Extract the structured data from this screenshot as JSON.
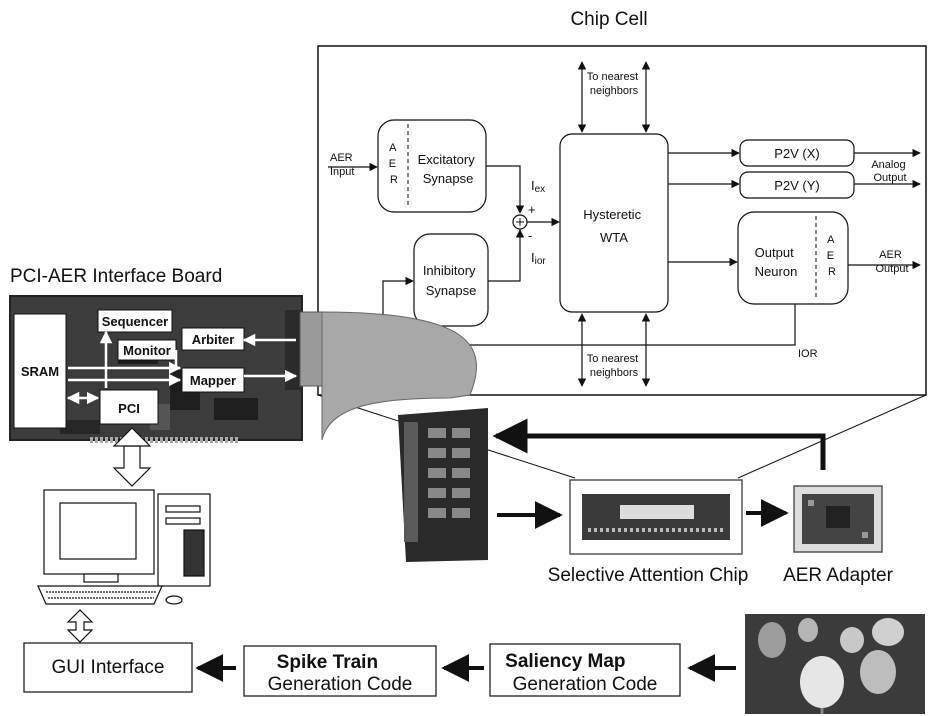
{
  "chip_cell": {
    "title": "Chip Cell",
    "aer_input": [
      "AER",
      "Input"
    ],
    "aer_vertical": [
      "A",
      "E",
      "R"
    ],
    "excitatory_synapse": [
      "Excitatory",
      "Synapse"
    ],
    "inhibitory_synapse": [
      "Inhibitory",
      "Synapse"
    ],
    "i_ex": "I",
    "i_ex_sub": "ex",
    "i_ior": "I",
    "i_ior_sub": "ior",
    "plus": "+",
    "minus": "-",
    "hysteretic_wta": [
      "Hysteretic",
      "WTA"
    ],
    "to_nearest_top": [
      "To nearest",
      "neighbors"
    ],
    "to_nearest_bottom": [
      "To nearest",
      "neighbors"
    ],
    "p2v_x": "P2V (X)",
    "p2v_y": "P2V (Y)",
    "analog_output": [
      "Analog",
      "Output"
    ],
    "output_neuron": [
      "Output",
      "Neuron"
    ],
    "aer_output": [
      "AER",
      "Output"
    ],
    "ior": "IOR"
  },
  "board": {
    "title": "PCI-AER Interface Board",
    "sram": "SRAM",
    "sequencer": "Sequencer",
    "monitor": "Monitor",
    "pci": "PCI",
    "arbiter": "Arbiter",
    "mapper": "Mapper"
  },
  "hardware": {
    "selective_attention_chip": "Selective Attention Chip",
    "aer_adapter": "AER Adapter"
  },
  "pipeline": {
    "gui_interface": "GUI Interface",
    "spike_train": [
      "Spike Train",
      "Generation Code"
    ],
    "saliency_map": [
      "Saliency Map",
      "Generation Code"
    ]
  }
}
